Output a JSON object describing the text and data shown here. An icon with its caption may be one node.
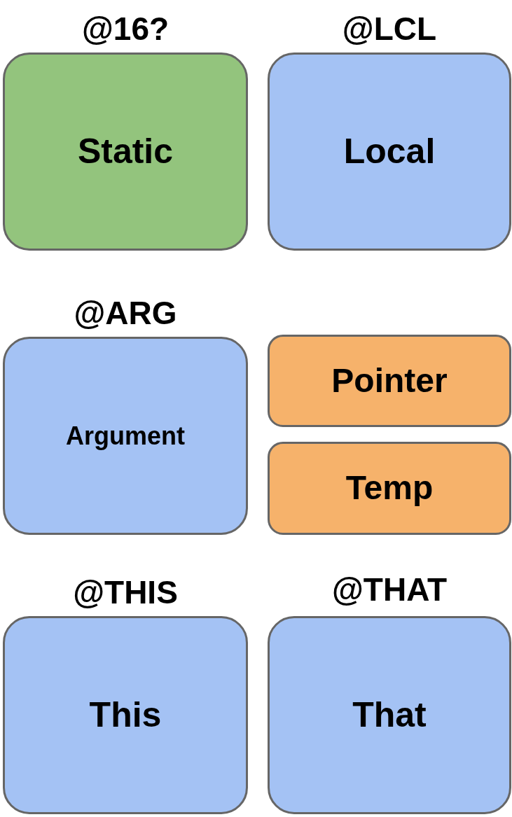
{
  "diagram": {
    "nodes": [
      {
        "text": [
          "@16?",
          "Static"
        ]
      },
      {
        "text": [
          "@LCL",
          "Local"
        ]
      },
      {
        "text": [
          "@ARG",
          "Argument"
        ]
      },
      {
        "text": [
          "Pointer"
        ]
      },
      {
        "text": [
          "Temp"
        ]
      },
      {
        "text": [
          "@THIS",
          "This"
        ]
      },
      {
        "text": [
          "@THAT",
          "That"
        ]
      }
    ]
  }
}
